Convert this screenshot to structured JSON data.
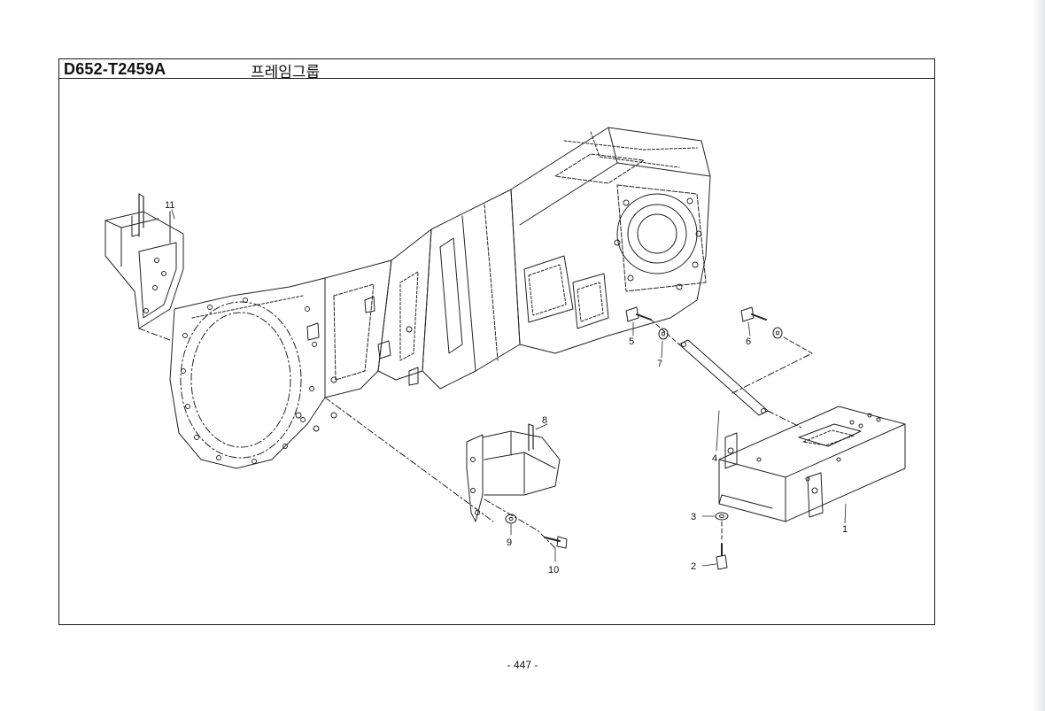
{
  "header": {
    "code": "D652-T2459A",
    "title": "프레임그룹"
  },
  "callouts": {
    "c1": "1",
    "c2": "2",
    "c3": "3",
    "c4": "4",
    "c5": "5",
    "c6": "6",
    "c7": "7",
    "c8": "8",
    "c9": "9",
    "c10": "10",
    "c11": "11"
  },
  "footer": {
    "page": "- 447 -"
  }
}
